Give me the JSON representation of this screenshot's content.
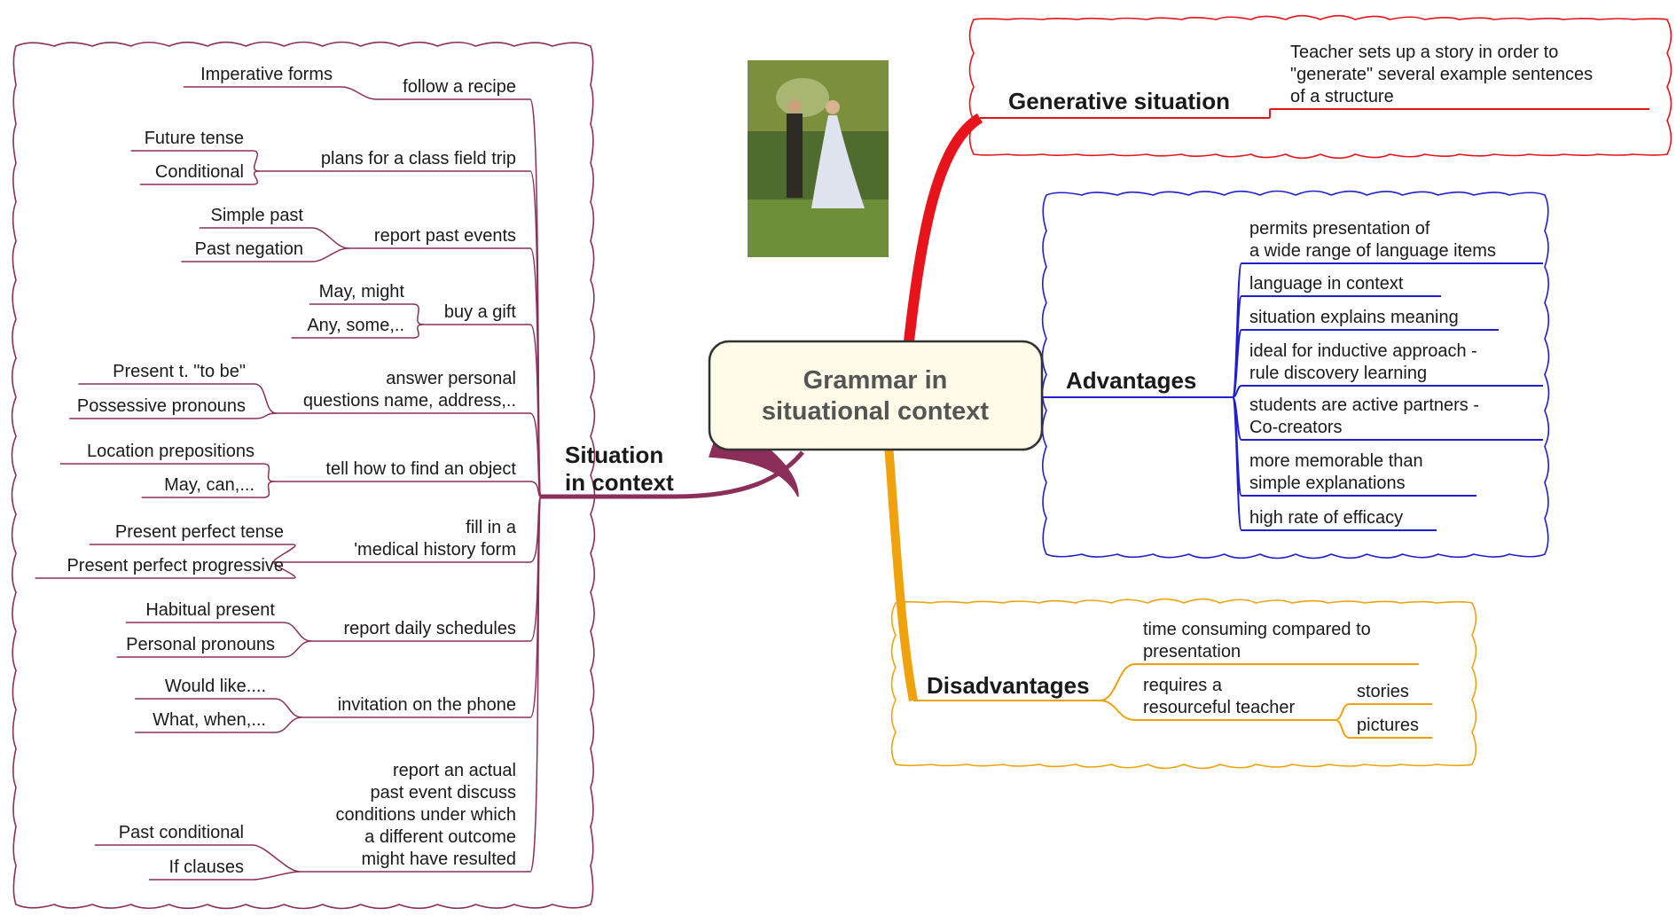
{
  "central": {
    "line1": "Grammar in",
    "line2": "situational context"
  },
  "colors": {
    "situation": "#8b2f5a",
    "generative": "#e8141c",
    "advantages": "#1f1fd0",
    "disadvantages": "#f0a20d",
    "central_fill": "#fffbe8",
    "central_border": "#333333"
  },
  "image": {
    "name": "painting-image",
    "subject": "couple in a park painting"
  },
  "situation": {
    "title_line1": "Situation",
    "title_line2": "in context",
    "items": [
      {
        "label": [
          "follow a recipe"
        ],
        "subs": [
          "Imperative forms"
        ]
      },
      {
        "label": [
          "plans for a class field trip"
        ],
        "subs": [
          "Future tense",
          "Conditional"
        ]
      },
      {
        "label": [
          "report past events"
        ],
        "subs": [
          "Simple past",
          "Past negation"
        ]
      },
      {
        "label": [
          "buy a gift"
        ],
        "subs": [
          "May, might",
          "Any, some,.."
        ]
      },
      {
        "label": [
          "answer personal",
          "questions name, address,.."
        ],
        "subs": [
          "Present t. \"to be\"",
          "Possessive pronouns"
        ]
      },
      {
        "label": [
          "tell how to find an object"
        ],
        "subs": [
          "Location prepositions",
          "May, can,..."
        ]
      },
      {
        "label": [
          "fill in a",
          "'medical history form"
        ],
        "subs": [
          "Present perfect tense",
          "Present perfect progressive"
        ]
      },
      {
        "label": [
          "report daily schedules"
        ],
        "subs": [
          "Habitual present",
          "Personal pronouns"
        ]
      },
      {
        "label": [
          "invitation on the phone"
        ],
        "subs": [
          "Would like....",
          "What, when,..."
        ]
      },
      {
        "label": [
          "report an actual",
          "past event discuss",
          "conditions under which",
          "a different outcome",
          "might have resulted"
        ],
        "subs": [
          "Past conditional",
          "If clauses"
        ]
      }
    ]
  },
  "generative": {
    "title": "Generative situation",
    "desc": [
      "Teacher sets up a story in order to",
      "\"generate\" several example sentences",
      "of a structure"
    ]
  },
  "advantages": {
    "title": "Advantages",
    "items": [
      [
        "permits presentation of",
        "a wide range of language items"
      ],
      [
        "language in context"
      ],
      [
        "situation explains meaning"
      ],
      [
        "ideal for inductive approach -",
        "rule discovery learning"
      ],
      [
        "students are active partners -",
        "Co-creators"
      ],
      [
        "more memorable than",
        "simple explanations"
      ],
      [
        "high rate of efficacy"
      ]
    ]
  },
  "disadvantages": {
    "title": "Disadvantages",
    "items": [
      {
        "label": [
          "time consuming compared to",
          "presentation"
        ],
        "subs": []
      },
      {
        "label": [
          "requires a",
          "resourceful teacher"
        ],
        "subs": [
          "stories",
          "pictures"
        ]
      }
    ]
  }
}
